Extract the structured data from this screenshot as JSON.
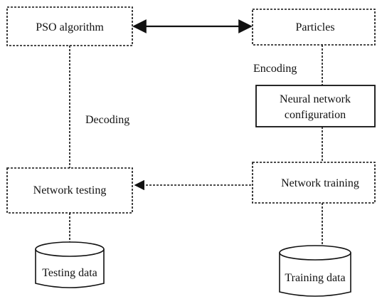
{
  "diagram": {
    "nodes": {
      "pso_algorithm": {
        "label": "PSO algorithm"
      },
      "particles": {
        "label": "Particles"
      },
      "nn_configuration": {
        "label_line1": "Neural network",
        "label_line2": "configuration"
      },
      "network_training": {
        "label": "Network training"
      },
      "network_testing": {
        "label": "Network testing"
      },
      "testing_data": {
        "label": "Testing data"
      },
      "training_data": {
        "label": "Training data"
      }
    },
    "edges": {
      "encoding": {
        "label": "Encoding"
      },
      "decoding": {
        "label": "Decoding"
      }
    }
  }
}
